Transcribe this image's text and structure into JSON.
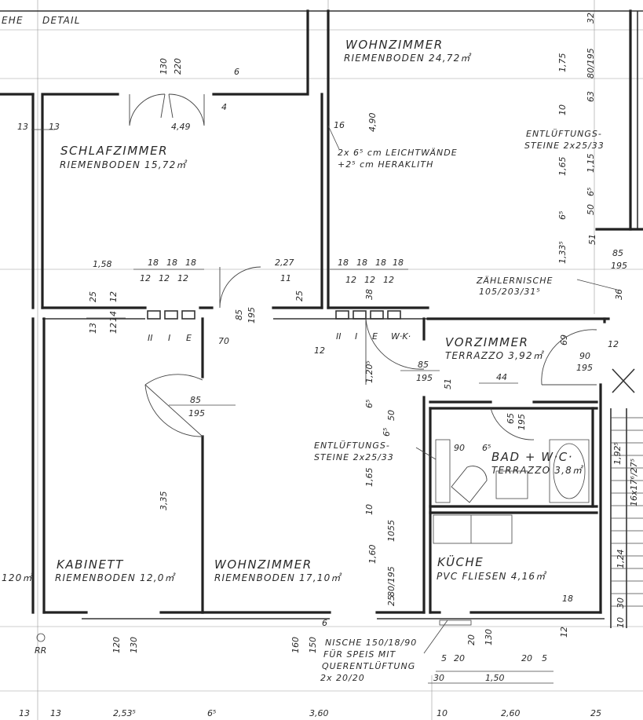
{
  "header": {
    "left": "EHE",
    "detail": "DETAIL"
  },
  "rooms": {
    "wohnzimmer_top": {
      "name": "WOHNZIMMER",
      "floor": "RIEMENBODEN 24,72㎡"
    },
    "schlafzimmer": {
      "name": "SCHLAFZIMMER",
      "floor": "RIEMENBODEN 15,72㎡"
    },
    "vorzimmer": {
      "name": "VORZIMMER",
      "floor": "TERRAZZO 3,92㎡"
    },
    "bad": {
      "name": "BAD + W·C·",
      "floor": "TERRAZZO 3,8㎡"
    },
    "kabinett": {
      "name": "KABINETT",
      "floor": "RIEMENBODEN 12,0㎡"
    },
    "wohnzimmer_bottom": {
      "name": "WOHNZIMMER",
      "floor": "RIEMENBODEN 17,10㎡"
    },
    "kueche": {
      "name": "KÜCHE",
      "floor": "PVC FLIESEN 4,16㎡"
    },
    "left_area": "120㎡"
  },
  "notes": {
    "leichtwaende_1": "2x 6⁵ cm LEICHTWÄNDE",
    "leichtwaende_2": "+2⁵ cm HERAKLITH",
    "entl_top_1": "ENTLÜFTUNGS-",
    "entl_top_2": "STEINE 2x25/33",
    "zaehler_1": "ZÄHLERNISCHE",
    "zaehler_2": "105/203/31⁵",
    "entl_mid_1": "ENTLÜFTUNGS-",
    "entl_mid_2": "STEINE 2x25/33",
    "nische_1": "NISCHE 150/18/90",
    "nische_2": "FÜR SPEIS MIT",
    "nische_3": "QUERENTLÜFTUNG",
    "nische_4": "2x 20/20",
    "rr": "RR",
    "wk": "W·K·",
    "stair": "16x17⁶/27⁵"
  },
  "dims": {
    "d130_top": "130",
    "d220_top": "220",
    "d6_top": "6",
    "d4_top": "4",
    "d449": "4,49",
    "d13a": "13",
    "d13b": "13",
    "d16": "16",
    "d490": "4,90",
    "d175": "1,75",
    "d80195": "80/195",
    "d32": "32",
    "d10a": "10",
    "d63": "63",
    "d165a": "1,65",
    "d115": "1,15",
    "d65a": "6⁵",
    "d50a": "50",
    "d65b": "6⁵",
    "d51": "51",
    "d133": "1,33⁵",
    "d85a": "85",
    "d195a": "195",
    "d158": "1,58",
    "d18a": "18",
    "d18b": "18",
    "d18c": "18",
    "d12a": "12",
    "d12b": "12",
    "d12c": "12",
    "d227": "2,27",
    "d11": "11",
    "d18d": "18",
    "d18e": "18",
    "d18f": "18",
    "d18g": "18",
    "d12d": "12",
    "d12e": "12",
    "d12f": "12",
    "d25a": "25",
    "d12g": "12",
    "d14": "14",
    "d12h": "12",
    "d13c": "13",
    "d85b": "85",
    "d195b": "195",
    "d25b": "25",
    "d38": "38",
    "d36": "36",
    "d70": "70",
    "d12i": "12",
    "d69": "69",
    "d90a": "90",
    "d195c": "195",
    "d12j": "12",
    "d85c": "85",
    "d195d": "195",
    "d51b": "51",
    "d44": "44",
    "d120": "1,20⁵",
    "d65c": "6⁵",
    "d50b": "50",
    "d65d": "6⁵",
    "d65e": "65",
    "d195e": "195",
    "d90b": "90",
    "d65f": "6⁵",
    "d85d": "85",
    "d195f": "195",
    "d335": "3,35",
    "d165b": "1,65",
    "d10b": "10",
    "d55": "55",
    "d10c": "10",
    "d160a": "1,60",
    "d80195b": "80/195",
    "d25c": "25",
    "d192": "1,92⁵",
    "d124": "1,24",
    "d30": "30",
    "d10d": "10",
    "d18h": "18",
    "d12k": "12",
    "d120b": "120",
    "d130b": "130",
    "d160b": "160",
    "d150": "150",
    "d6b": "6",
    "d20a": "20",
    "d130c": "130",
    "d5a": "5",
    "d20b": "20",
    "d20c": "20",
    "d5b": "5",
    "d30b": "30",
    "d150b": "1,50",
    "b13a": "13",
    "b13b": "13",
    "b253": "2,53⁵",
    "b65": "6⁵",
    "b360": "3,60",
    "b10": "10",
    "b260": "2,60",
    "b25": "25"
  },
  "vents": {
    "left": [
      "II",
      "I",
      "E"
    ],
    "right": [
      "II",
      "I",
      "E"
    ]
  }
}
